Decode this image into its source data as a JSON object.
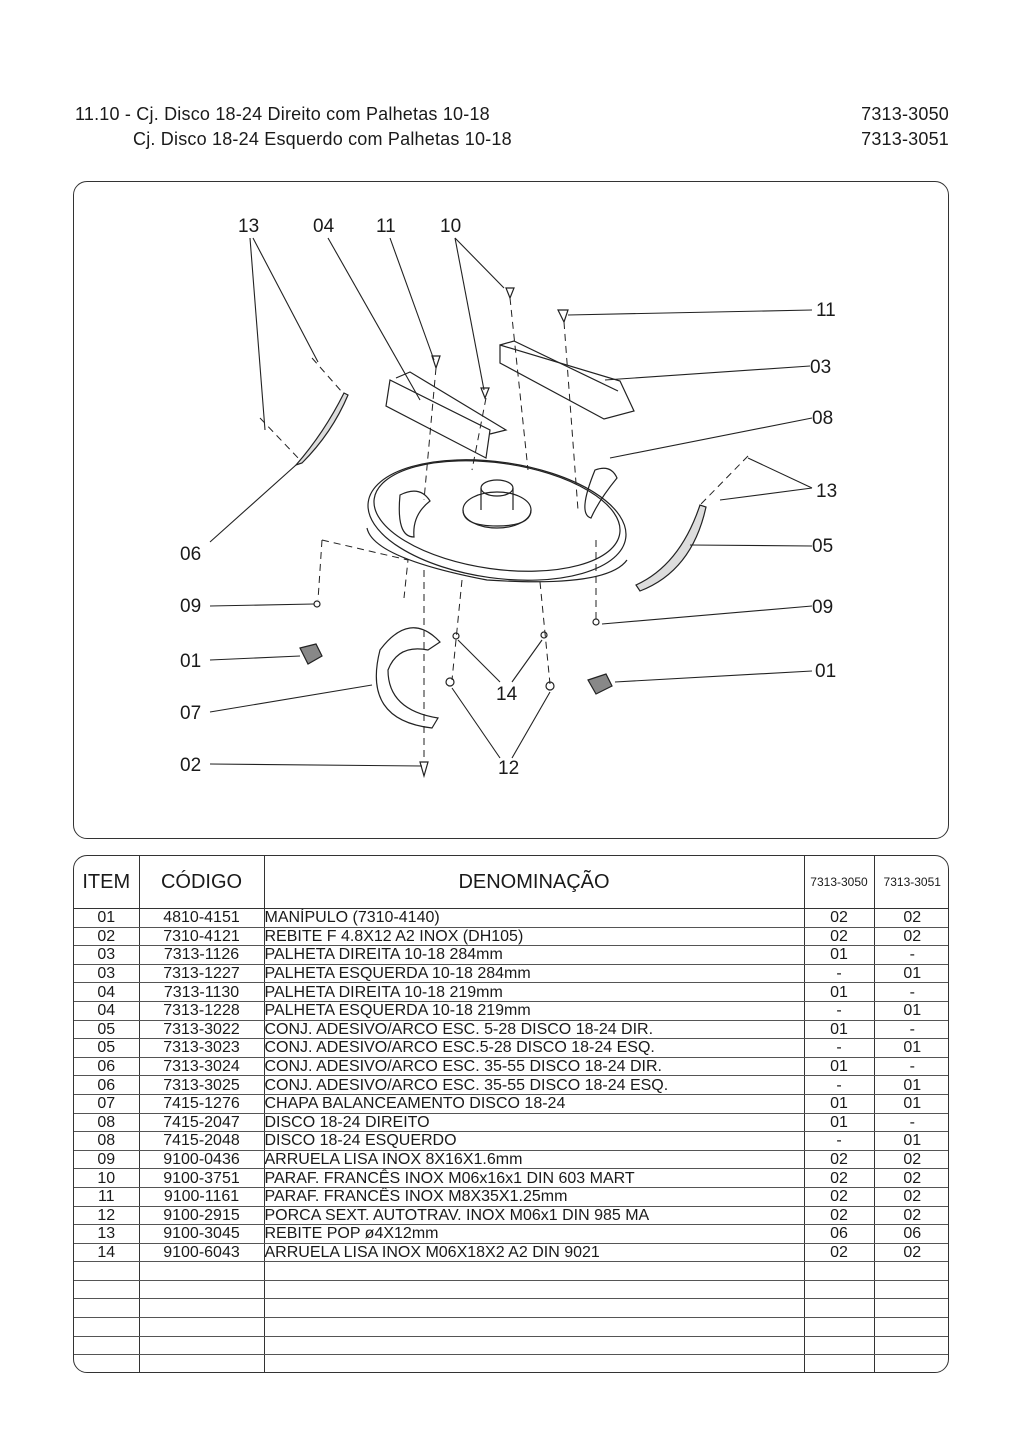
{
  "header": {
    "line1_left": "11.10 - Cj. Disco 18-24 Direito com Palhetas 10-18",
    "line2_left": "Cj. Disco 18-24 Esquerdo com Palhetas 10-18",
    "line1_right": "7313-3050",
    "line2_right": "7313-3051"
  },
  "diagram": {
    "callouts": [
      "13",
      "04",
      "11",
      "10",
      "11",
      "03",
      "08",
      "13",
      "05",
      "06",
      "09",
      "09",
      "01",
      "01",
      "07",
      "14",
      "02",
      "12"
    ]
  },
  "table": {
    "headers": [
      "ITEM",
      "CÓDIGO",
      "DENOMINAÇÃO",
      "7313-3050",
      "7313-3051"
    ],
    "rows": [
      [
        "01",
        "4810-4151",
        "MANÍPULO (7310-4140)",
        "02",
        "02"
      ],
      [
        "02",
        "7310-4121",
        "REBITE F 4.8X12 A2 INOX (DH105)",
        "02",
        "02"
      ],
      [
        "03",
        "7313-1126",
        "PALHETA DIREITA 10-18 284mm",
        "01",
        "-"
      ],
      [
        "03",
        "7313-1227",
        "PALHETA ESQUERDA 10-18 284mm",
        "-",
        "01"
      ],
      [
        "04",
        "7313-1130",
        "PALHETA DIREITA 10-18 219mm",
        "01",
        "-"
      ],
      [
        "04",
        "7313-1228",
        "PALHETA ESQUERDA 10-18 219mm",
        "-",
        "01"
      ],
      [
        "05",
        "7313-3022",
        "CONJ. ADESIVO/ARCO ESC. 5-28 DISCO 18-24 DIR.",
        "01",
        "-"
      ],
      [
        "05",
        "7313-3023",
        "CONJ. ADESIVO/ARCO ESC.5-28 DISCO 18-24 ESQ.",
        "-",
        "01"
      ],
      [
        "06",
        "7313-3024",
        "CONJ. ADESIVO/ARCO ESC. 35-55 DISCO 18-24 DIR.",
        "01",
        "-"
      ],
      [
        "06",
        "7313-3025",
        "CONJ. ADESIVO/ARCO ESC. 35-55 DISCO 18-24 ESQ.",
        "-",
        "01"
      ],
      [
        "07",
        "7415-1276",
        "CHAPA BALANCEAMENTO DISCO 18-24",
        "01",
        "01"
      ],
      [
        "08",
        "7415-2047",
        "DISCO 18-24 DIREITO",
        "01",
        "-"
      ],
      [
        "08",
        "7415-2048",
        "DISCO 18-24 ESQUERDO",
        "-",
        "01"
      ],
      [
        "09",
        "9100-0436",
        "ARRUELA LISA INOX 8X16X1.6mm",
        "02",
        "02"
      ],
      [
        "10",
        "9100-3751",
        "PARAF. FRANCÊS INOX M06x16x1 DIN 603 MART",
        "02",
        "02"
      ],
      [
        "11",
        "9100-1161",
        "PARAF. FRANCÊS INOX M8X35X1.25mm",
        "02",
        "02"
      ],
      [
        "12",
        "9100-2915",
        "PORCA SEXT. AUTOTRAV. INOX M06x1 DIN 985 MA",
        "02",
        "02"
      ],
      [
        "13",
        "9100-3045",
        "REBITE POP ø4X12mm",
        "06",
        "06"
      ],
      [
        "14",
        "9100-6043",
        "ARRUELA LISA INOX M06X18X2 A2 DIN 9021",
        "02",
        "02"
      ],
      [
        "",
        "",
        "",
        "",
        ""
      ],
      [
        "",
        "",
        "",
        "",
        ""
      ],
      [
        "",
        "",
        "",
        "",
        ""
      ],
      [
        "",
        "",
        "",
        "",
        ""
      ],
      [
        "",
        "",
        "",
        "",
        ""
      ],
      [
        "",
        "",
        "",
        "",
        ""
      ]
    ]
  }
}
